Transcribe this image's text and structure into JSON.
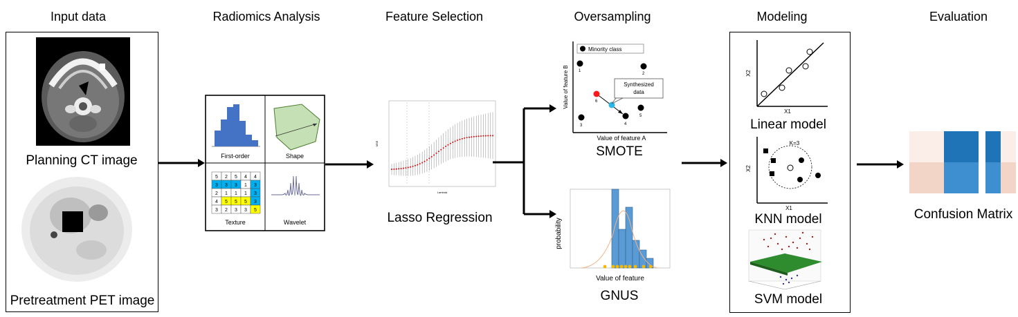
{
  "stages": {
    "input": "Input data",
    "radiomics": "Radiomics Analysis",
    "feature_selection": "Feature Selection",
    "oversampling": "Oversampling",
    "modeling": "Modeling",
    "evaluation": "Evaluation"
  },
  "input": {
    "ct_caption": "Planning CT image",
    "pet_caption": "Pretreatment PET image"
  },
  "radiomics": {
    "first_order": "First-order",
    "shape": "Shape",
    "texture": "Texture",
    "wavelet": "Wavelet",
    "texture_grid": [
      [
        "5",
        "2",
        "5",
        "4",
        "4"
      ],
      [
        "3",
        "3",
        "3",
        "1",
        "3"
      ],
      [
        "2",
        "1",
        "1",
        "1",
        "3"
      ],
      [
        "4",
        "5",
        "5",
        "5",
        "3"
      ],
      [
        "3",
        "2",
        "3",
        "3",
        "5"
      ]
    ]
  },
  "feature_selection": {
    "caption": "Lasso Regression",
    "xlabel": "Lambda",
    "ylabel": "MSE"
  },
  "smote": {
    "caption": "SMOTE",
    "legend": "Minority class",
    "xlabel": "Value of feature A",
    "ylabel": "Value of feature B",
    "callout": [
      "Synthesized",
      "data"
    ],
    "points": [
      "1",
      "2",
      "3",
      "4",
      "5",
      "6"
    ]
  },
  "gnus": {
    "caption": "GNUS",
    "xlabel": "Value of feature",
    "ylabel": "probability"
  },
  "modeling": {
    "linear_caption": "Linear model",
    "knn_caption": "KNN model",
    "svm_caption": "SVM model",
    "x1": "X1",
    "x2": "X2",
    "k_label": "K=3"
  },
  "evaluation": {
    "caption": "Confusion Matrix"
  },
  "colors": {
    "cm_dark_blue": "#1f73b7",
    "cm_light_blue": "#3d8fd0",
    "cm_peach": "#f3d5c8",
    "cm_pale": "#fbeee8",
    "smote_red": "#ff1a1a",
    "smote_cyan": "#29b6e8",
    "hist_blue": "#5b9bd5",
    "shape_green": "#c5e0b4",
    "texture_cyan": "#00b0f0",
    "texture_yellow": "#ffff00"
  }
}
